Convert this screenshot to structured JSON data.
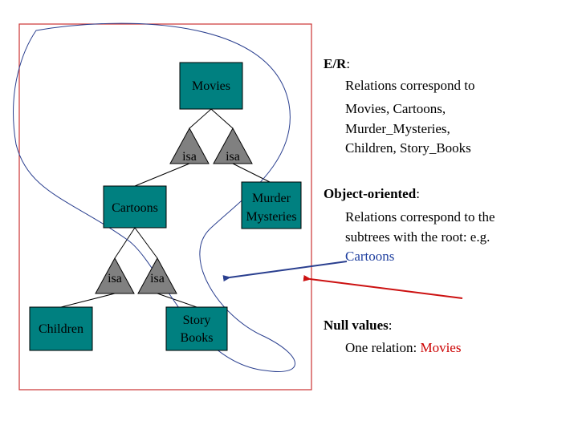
{
  "diagram": {
    "entities": {
      "movies": "Movies",
      "cartoons": "Cartoons",
      "murder": [
        "Murder",
        "Mysteries"
      ],
      "children": "Children",
      "story": [
        "Story",
        "Books"
      ]
    },
    "isa_label": "isa"
  },
  "notes": {
    "er": {
      "heading": "E/R",
      "colon": ":",
      "lines": [
        "Relations correspond to",
        "Movies, Cartoons,",
        "Murder_Mysteries,",
        "Children, Story_Books"
      ]
    },
    "oo": {
      "heading": "Object-oriented",
      "colon": ":",
      "lines": [
        "Relations correspond to the",
        "subtrees with the root: e.g."
      ],
      "highlight": "Cartoons"
    },
    "null": {
      "heading": "Null values",
      "colon": ":",
      "prefix": "One relation: ",
      "highlight": "Movies"
    }
  },
  "colors": {
    "entity_fill": "#008080",
    "isa_fill": "#808080",
    "frame": "#cc3333",
    "blue_curve": "#2a3f8f",
    "red_arrow": "#cc1111",
    "text_blue": "#1f3f9f",
    "text_red": "#cc0000"
  }
}
